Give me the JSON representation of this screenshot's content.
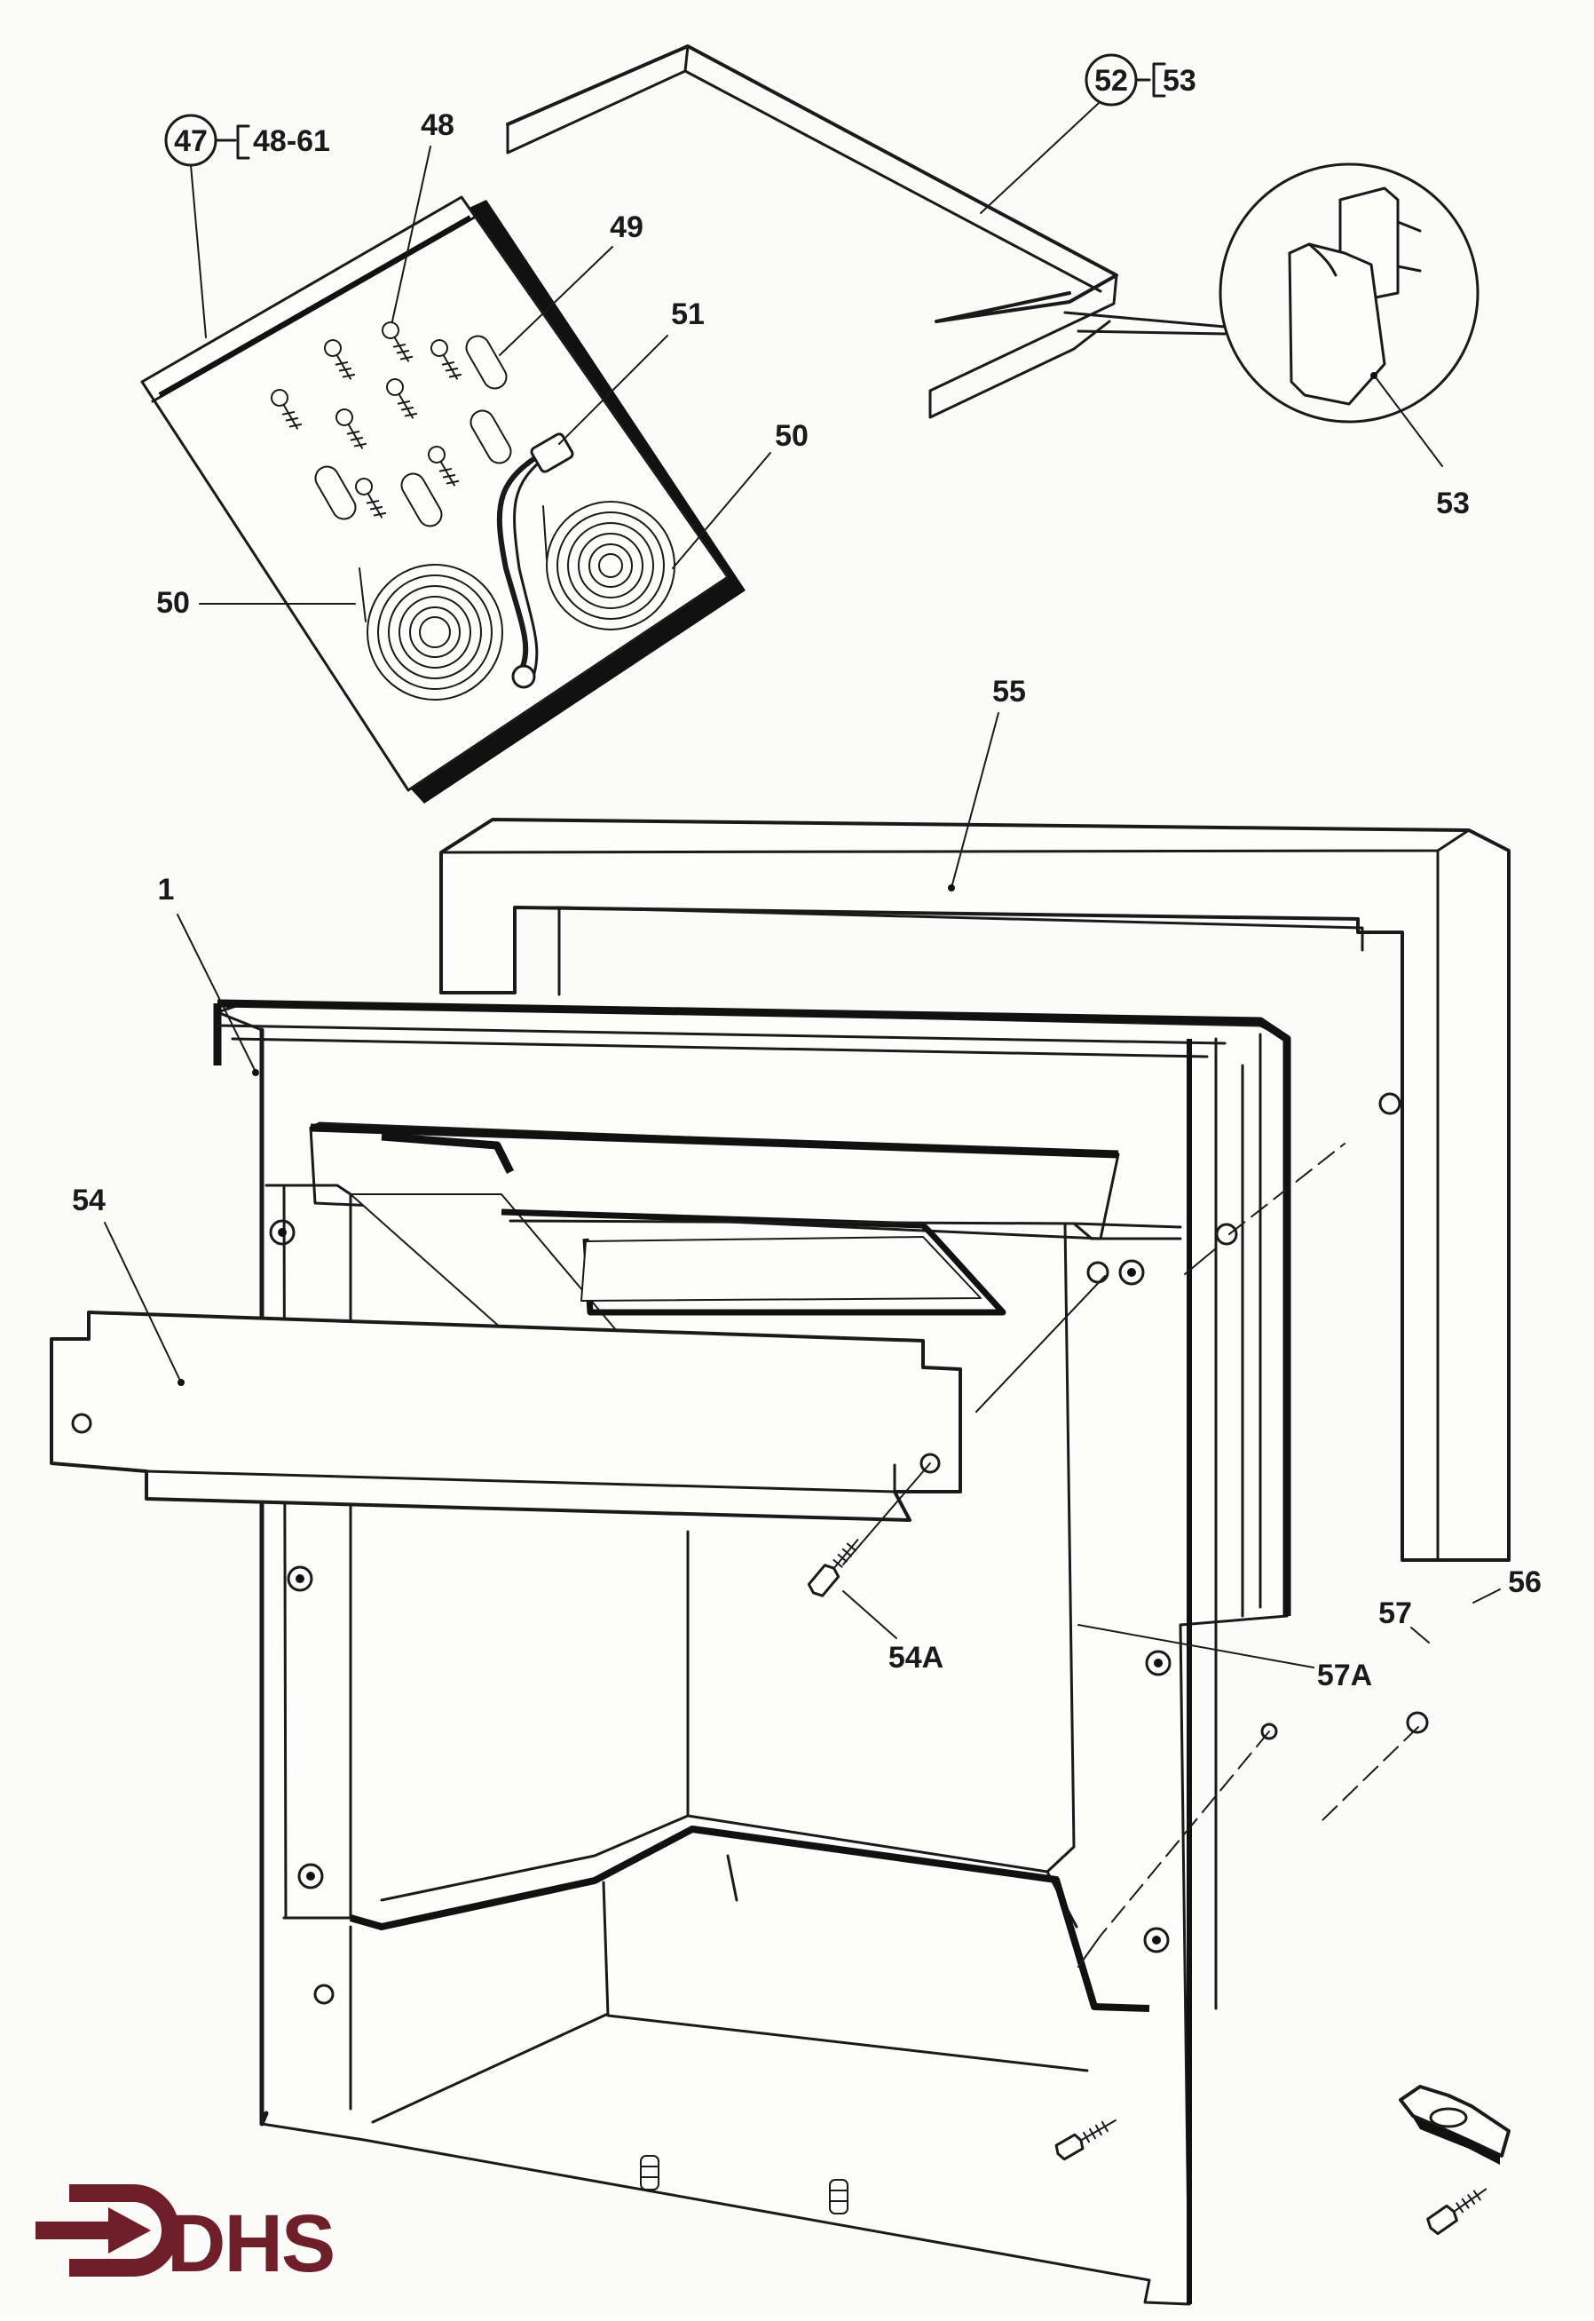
{
  "callouts": {
    "c47": "47",
    "c48_61": "48-61",
    "c48": "48",
    "c49": "49",
    "c50a": "50",
    "c50b": "50",
    "c51": "51",
    "c52": "52",
    "c53a": "53",
    "c53b": "53",
    "c55": "55",
    "c1": "1",
    "c54": "54",
    "c54a": "54A",
    "c56": "56",
    "c57": "57",
    "c57a": "57A"
  },
  "logo": {
    "text": "DHS",
    "color": "#6e1f2a"
  },
  "colors": {
    "line": "#1a1a1a",
    "paper": "#fbfbf9"
  }
}
